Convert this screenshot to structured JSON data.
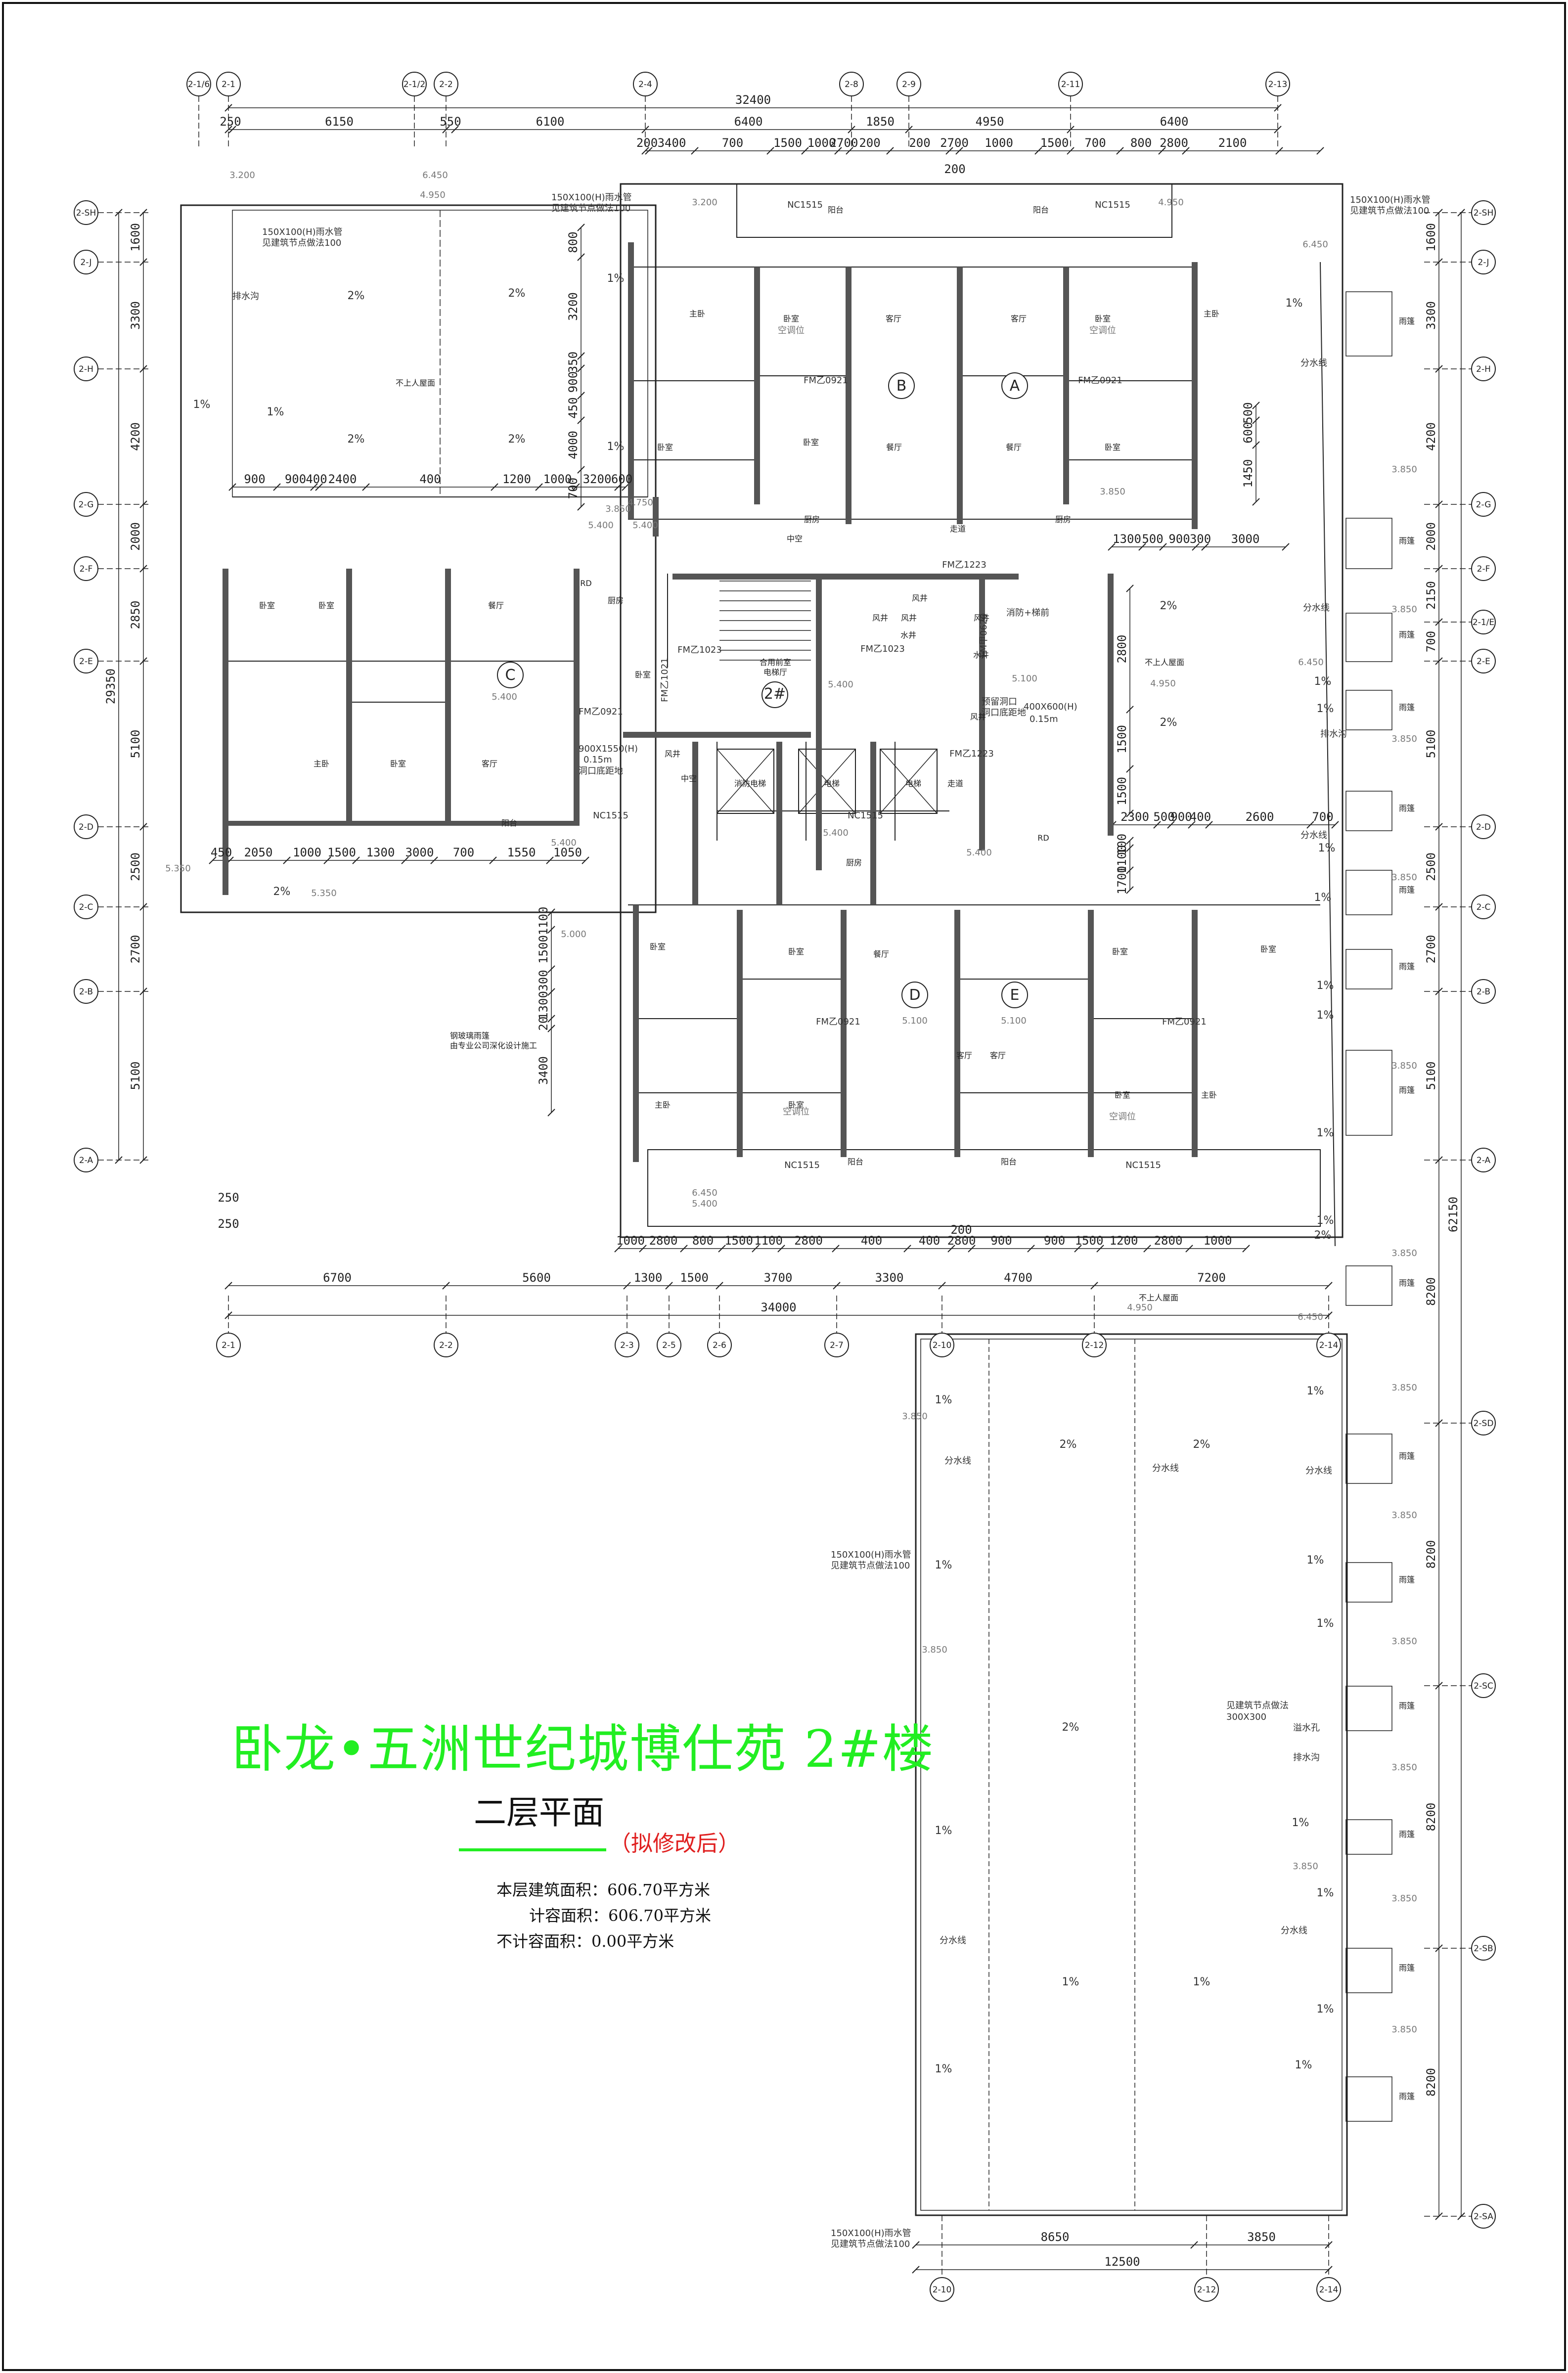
{
  "drawing": {
    "title": "卧龙•五洲世纪城博仕苑 2#楼",
    "subtitle": "二层平面",
    "revision_note": "（拟修改后）",
    "areas": [
      {
        "label": "本层建筑面积：",
        "value": "606.70平方米"
      },
      {
        "label": "计容面积：",
        "value": "606.70平方米"
      },
      {
        "label": "不计容面积：",
        "value": "0.00平方米"
      }
    ]
  },
  "grid_top": [
    "2-1/6",
    "2-1",
    "2-1/2",
    "2-2",
    "2-4",
    "2-8",
    "2-9",
    "2-11",
    "2-13"
  ],
  "grid_bottom": [
    "2-1",
    "2-2",
    "2-3",
    "2-5",
    "2-6",
    "2-7",
    "2-10",
    "2-12",
    "2-14"
  ],
  "grid_bottom_annex": [
    "2-10",
    "2-12",
    "2-14"
  ],
  "grid_left": [
    "2-SH",
    "2-J",
    "2-H",
    "2-G",
    "2-F",
    "2-E",
    "2-D",
    "2-C",
    "2-B",
    "2-A"
  ],
  "grid_right": [
    "2-SH",
    "2-J",
    "2-H",
    "2-G",
    "2-F",
    "2-1/E",
    "2-E",
    "2-D",
    "2-C",
    "2-B",
    "2-A",
    "2-SD",
    "2-SC",
    "2-SB",
    "2-SA"
  ],
  "dims": {
    "top_total": "32400",
    "top_main": [
      "250",
      "6150",
      "550",
      "6100",
      "6400",
      "1850",
      "4950",
      "6400"
    ],
    "top_sub": [
      "200",
      "3400",
      "700",
      "1500",
      "1000",
      "2700",
      "200",
      "200",
      "2700",
      "1000",
      "1500",
      "700",
      "800",
      "2800",
      "2100"
    ],
    "top_mid": "200",
    "bottom_sub": [
      "1000",
      "2800",
      "800",
      "1500",
      "1100",
      "2800",
      "400",
      "400",
      "2800",
      "900",
      "900",
      "1500",
      "1200",
      "2800",
      "1000"
    ],
    "bottom_mid": "200",
    "bottom_main": [
      "6700",
      "5600",
      "1300",
      "1500",
      "3700",
      "3300",
      "4700",
      "7200"
    ],
    "bottom_total": "34000",
    "left_main": [
      "1600",
      "3300",
      "4200",
      "2000",
      "2850",
      "5100",
      "2500",
      "2700",
      "5100"
    ],
    "left_total": "29350",
    "right_main": [
      "1600",
      "3300",
      "4200",
      "2000",
      "2150",
      "700",
      "5100",
      "2500",
      "2700",
      "5100",
      "8200",
      "8200",
      "8200",
      "8200"
    ],
    "right_total": "62150",
    "annex_bottom": [
      "8650",
      "3850"
    ],
    "annex_total": "12500",
    "c_bottom": [
      "450",
      "2050",
      "1000",
      "1500",
      "1300",
      "3000",
      "700",
      "1550",
      "1050"
    ],
    "gallery_row": [
      "900",
      "900",
      "400",
      "2400",
      "400",
      "1200",
      "1000",
      "3200",
      "600"
    ],
    "right_row": [
      "1300",
      "500",
      "900",
      "300",
      "3000"
    ],
    "right_row2": [
      "2300",
      "500",
      "900",
      "400",
      "2600",
      "700"
    ],
    "small_250": [
      "250",
      "250"
    ],
    "left_dev": [
      "1100",
      "1500",
      "300",
      "1300",
      "20",
      "3400"
    ],
    "inner_vert": [
      "800",
      "3200",
      "350",
      "900",
      "450",
      "4000",
      "700"
    ],
    "right_vert": [
      "2800",
      "1500",
      "1500"
    ],
    "right_vert2": [
      "100",
      "1100",
      "1700"
    ],
    "unit_b_vert": [
      "500",
      "600",
      "1450"
    ]
  },
  "units": [
    "A",
    "B",
    "C",
    "D",
    "E"
  ],
  "stair_label": "2#",
  "rooms": {
    "master_bedroom": "主卧",
    "bedroom": "卧室",
    "living": "客厅",
    "dining": "餐厅",
    "kitchen": "厨房",
    "balcony": "阳台",
    "corridor": "走道",
    "void": "中空",
    "wind": "风井",
    "pipe": "水井",
    "hall": "合用前室\n电梯厅",
    "roof": "不上人屋面",
    "canopy": "雨篷",
    "glass_canopy": "钢玻璃雨篷",
    "glass_note": "由专业公司深化设计施工",
    "elevator_car": "电梯",
    "fire_elevator": "消防电梯",
    "rd": "RD",
    "hot_water": "热水器位",
    "ac": "空调位"
  },
  "doors": [
    "NC1515",
    "NC1515",
    "NC1515",
    "NC1515",
    "NC1515",
    "NC1515",
    "FM乙0921",
    "FM乙0921",
    "FM乙0921",
    "FM乙0921",
    "FM乙0921",
    "FM乙1223",
    "FM乙1223",
    "FM乙1023",
    "FM乙1023",
    "FM甲0620",
    "FM乙1021"
  ],
  "annotations": {
    "downpipe": "150X100(H)雨水管",
    "downpipe_note": "见建筑节点做法100",
    "vent": "400X600(H)",
    "vent_h": "0.15m",
    "vent_note": "预留洞口\n洞口底距地",
    "vent2": "900X1550(H)",
    "vent2_h": "0.15m",
    "drain": "300X300",
    "drain_note": "见建筑节点做法\n溢水孔",
    "overflow": "排水沟",
    "gutter": "分水线",
    "fire_equip": "消防+梯前",
    "annex_pipe": "150X100(H)雨水管"
  },
  "levels": [
    "3.200",
    "6.450",
    "3.200",
    "4.950",
    "4.950",
    "6.450",
    "5.400",
    "5.400",
    "5.400",
    "5.400",
    "5.400",
    "5.400",
    "5.400",
    "5.400",
    "5.100",
    "5.100",
    "5.100",
    "4.950",
    "4.950",
    "5.000",
    "5.350",
    "5.350",
    "6.450",
    "6.450",
    "6.450",
    "4.750",
    "3.850",
    "3.850",
    "3.850",
    "3.850",
    "3.850",
    "3.850",
    "3.850",
    "3.850",
    "3.850",
    "3.850",
    "3.850",
    "3.850",
    "3.850",
    "3.850",
    "3.850",
    "3.850",
    "3.850"
  ],
  "slopes": [
    "2%",
    "2%",
    "2%",
    "2%",
    "1%",
    "1%",
    "1%",
    "1%",
    "1%",
    "2%",
    "2%",
    "1%",
    "1%",
    "1%",
    "1%",
    "1%",
    "1%",
    "1%",
    "2%",
    "2%",
    "2%",
    "2%",
    "2%",
    "1%",
    "1%",
    "1%",
    "1%",
    "1%",
    "1%",
    "1%",
    "1%",
    "1%",
    "1%",
    "1%",
    "1%",
    "1%",
    "1%"
  ]
}
